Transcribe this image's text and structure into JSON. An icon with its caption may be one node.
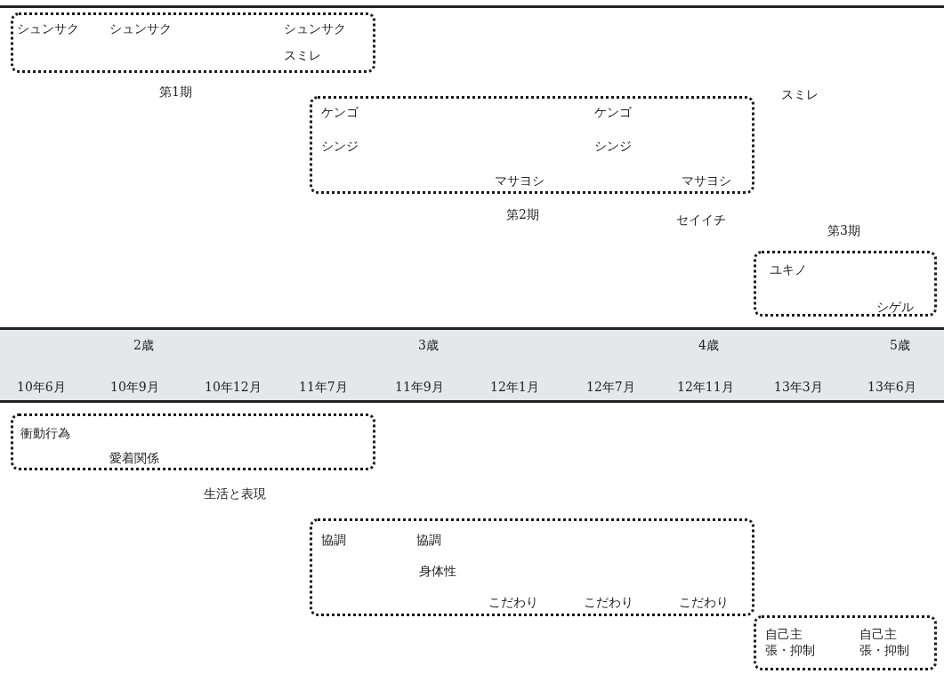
{
  "diagram": {
    "nodes": [
      {
        "text": [
          "シュンサク",
          "シュンサク",
          "シュンサク",
          "スミレ",
          "第1期"
        ]
      },
      {
        "text": [
          "ケンゴ",
          "シンジ",
          "マサヨシ",
          "ケンゴ",
          "シンジ",
          "マサヨシ",
          "第2期"
        ]
      },
      {
        "text": [
          "第3期",
          "ユキノ",
          "シゲル"
        ]
      },
      {
        "text": [
          "衝動行為",
          "愛着関係",
          "生活と表現"
        ]
      },
      {
        "text": [
          "協調",
          "協調",
          "身体性",
          "こだわり",
          "こだわり",
          "こだわり"
        ]
      },
      {
        "text": [
          "自己主張・抑制",
          "自己主張・抑制"
        ]
      }
    ],
    "edges": [],
    "labels": [
      "スミレ",
      "セイイチ",
      "2歳",
      "3歳",
      "4歳",
      "5歳",
      "10年6月",
      "10年9月",
      "10年12月",
      "11年7月",
      "11年9月",
      "12年1月",
      "12年7月",
      "12年11月",
      "13年3月",
      "13年6月"
    ]
  }
}
